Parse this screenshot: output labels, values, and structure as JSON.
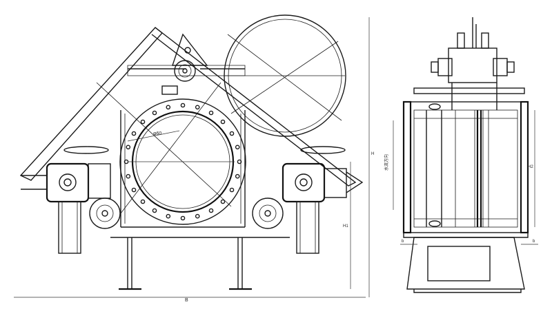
{
  "title": "",
  "front_view": {
    "radius_label": "φ60",
    "dim_overall_width": "B",
    "dim_total_height": "H",
    "dim_axis_height": "H1"
  },
  "side_view": {
    "flow_label": "水流方向",
    "dim_side_height": "H2",
    "dim_flange_b_left": "b",
    "dim_flange_b_right": "b"
  }
}
